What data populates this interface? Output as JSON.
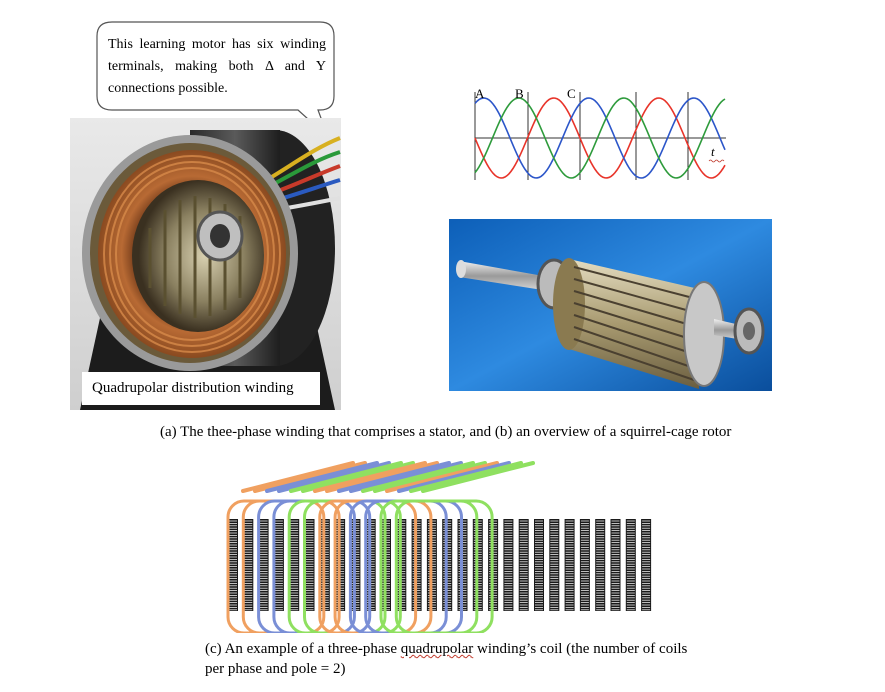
{
  "bubble": {
    "text": "This learning motor has six winding terminals, making both Δ and Y connections possible."
  },
  "stator_photo": {
    "label": "Quadrupolar distribution winding"
  },
  "waveform": {
    "phase_labels": [
      "A",
      "B",
      "C"
    ],
    "time_label": "t",
    "colors": {
      "A": "#e8342a",
      "B": "#2c56c9",
      "C": "#2e9b3c"
    }
  },
  "captions": {
    "ab": "(a)  The thee-phase winding that comprises a stator, and (b) an overview of a squirrel-cage rotor",
    "c_line1_pre": "(c) An example of a three-phase ",
    "c_line1_word": "quadrupolar",
    "c_line1_post": " winding’s coil (the number of coils",
    "c_line2": "per phase and pole = 2)"
  },
  "coil_diagram": {
    "slot_count": 28,
    "coil_colors": [
      "#f0a060",
      "#7a8fd6",
      "#8fe060"
    ]
  }
}
